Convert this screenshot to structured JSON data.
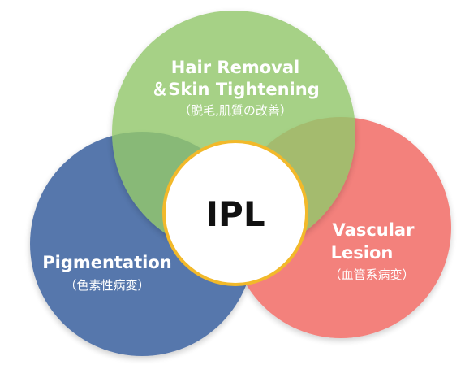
{
  "center": {
    "label": "IPL"
  },
  "circles": {
    "green": {
      "title_line1": "Hair Removal",
      "title_line2": "＆Skin Tightening",
      "subtitle": "（脱毛,肌質の改善）",
      "color": "#93C86C"
    },
    "blue": {
      "title": "Pigmentation",
      "subtitle": "（色素性病変）",
      "color": "#4E6FA8"
    },
    "red": {
      "title_line1": "Vascular",
      "title_line2": "Lesion",
      "subtitle": "（血管系病変）",
      "color": "#F2706A"
    }
  },
  "ring_color": "#F2B92A"
}
